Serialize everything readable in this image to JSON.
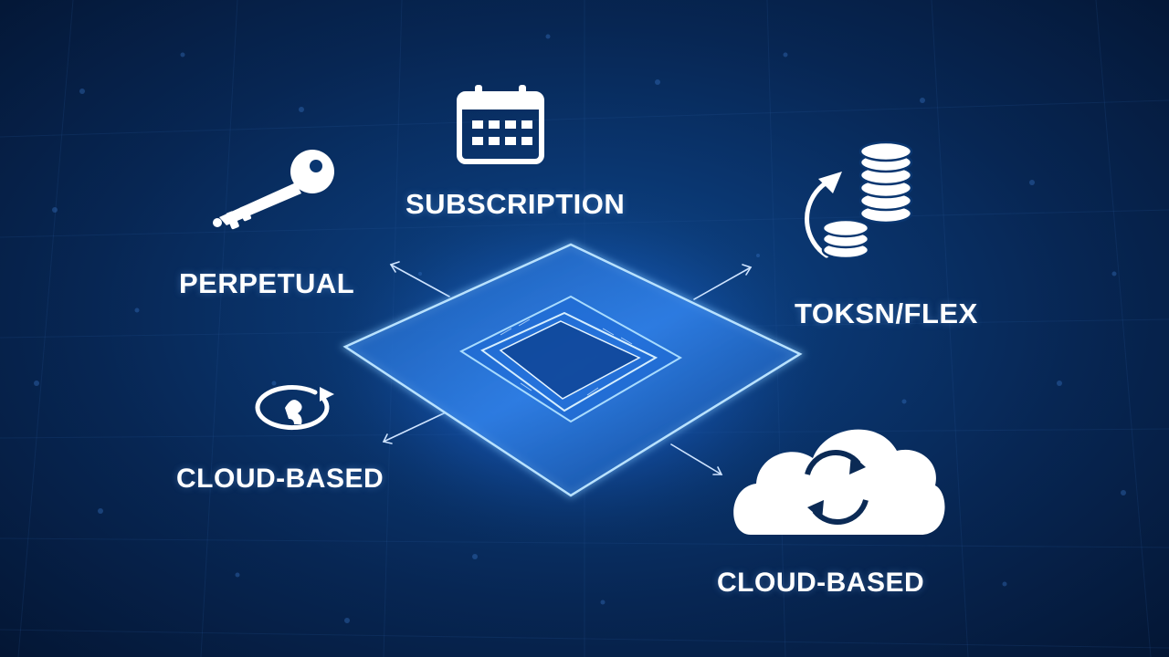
{
  "labels": {
    "perpetual": "PERPETUAL",
    "subscription": "SUBSCRIPTION",
    "token_flex": "TOKSN/FLEX",
    "cloud_based_left": "CLOUD-BASED",
    "cloud_based_right": "CLOUD-BASED"
  },
  "icons": {
    "perpetual": "key-icon",
    "subscription": "calendar-icon",
    "token_flex": "coins-refresh-icon",
    "cloud_based_left": "circular-arrow-icon",
    "cloud_based_right": "cloud-sync-icon",
    "center": "chip-platform-icon"
  },
  "colors": {
    "background_center": "#0f4a8f",
    "background_edge": "#041634",
    "glow": "#7fc4ff",
    "text": "#ffffff"
  }
}
